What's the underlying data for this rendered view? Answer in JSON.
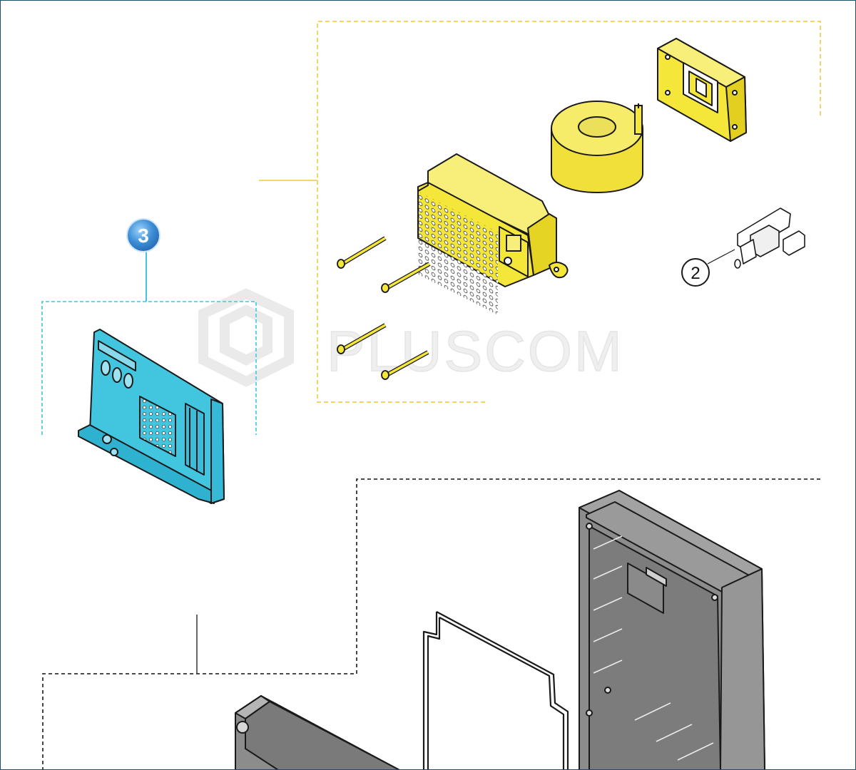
{
  "watermark": {
    "text": "PLUSCOM"
  },
  "callouts": [
    {
      "id": "3",
      "label": "3",
      "style": "highlighted-badge"
    },
    {
      "id": "2",
      "label": "2",
      "style": "circle"
    }
  ],
  "colors": {
    "highlight_blue": "#42c6e0",
    "badge_blue": "#3c8ed6",
    "part_yellow": "#f5e63a",
    "group_yellow_dash": "#f2d66a",
    "enclosure_grey": "#8c8c8c",
    "frame": "#1e4f6e"
  },
  "parts": {
    "control_board": {
      "icon": "control-board-icon",
      "highlighted": true
    },
    "transformer": {
      "icon": "transformer-icon"
    },
    "toroidal_core": {
      "icon": "toroidal-core-icon"
    },
    "mounting_bracket": {
      "icon": "mounting-bracket-icon"
    },
    "terminal_pcb": {
      "icon": "terminal-pcb-icon"
    },
    "screws": {
      "icon": "screw-icon",
      "count": 4
    },
    "enclosure_box": {
      "icon": "enclosure-box-icon"
    },
    "gasket": {
      "icon": "gasket-icon"
    },
    "enclosure_lid": {
      "icon": "enclosure-lid-icon"
    }
  }
}
